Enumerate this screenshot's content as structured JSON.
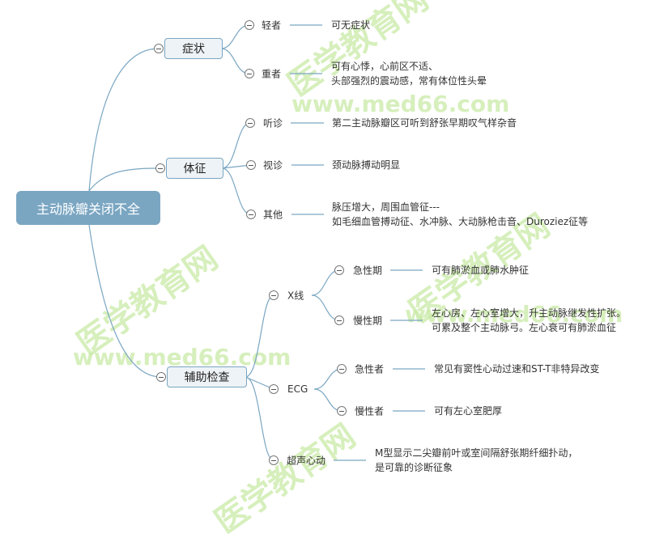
{
  "root": "主动脉瓣关闭不全",
  "branches": [
    {
      "label": "症状",
      "children": [
        {
          "label": "轻者",
          "text": [
            "可无症状"
          ]
        },
        {
          "label": "重者",
          "text": [
            "可有心悸，心前区不适、",
            "头部强烈的震动感，常有体位性头晕"
          ]
        }
      ]
    },
    {
      "label": "体征",
      "children": [
        {
          "label": "听诊",
          "text": [
            "第二主动脉瓣区可听到舒张早期叹气样杂音"
          ]
        },
        {
          "label": "视诊",
          "text": [
            "颈动脉搏动明显"
          ]
        },
        {
          "label": "其他",
          "text": [
            "脉压增大，周围血管征---",
            "如毛细血管搏动征、水冲脉、大动脉枪击音、Duroziez征等"
          ]
        }
      ]
    },
    {
      "label": "辅助检查",
      "children": [
        {
          "label": "X线",
          "children": [
            {
              "label": "急性期",
              "text": [
                "可有肺淤血或肺水肿征"
              ]
            },
            {
              "label": "慢性期",
              "text": [
                "左心房、左心室增大，升主动脉继发性扩张。",
                "可累及整个主动脉弓。左心衰可有肺淤血征"
              ]
            }
          ]
        },
        {
          "label": "ECG",
          "children": [
            {
              "label": "急性者",
              "text": [
                "常见有窦性心动过速和ST-T非特异改变"
              ]
            },
            {
              "label": "慢性者",
              "text": [
                "可有左心室肥厚"
              ]
            }
          ]
        },
        {
          "label": "超声心动",
          "text": [
            "M型显示二尖瓣前叶或室间隔舒张期纤细扑动，",
            "是可靠的诊断征象"
          ]
        }
      ]
    }
  ],
  "watermark": {
    "cn": "医学教育网",
    "url": "www.med66.com"
  },
  "colors": {
    "root": "#7aa6c2",
    "line": "#7aa6c2"
  }
}
